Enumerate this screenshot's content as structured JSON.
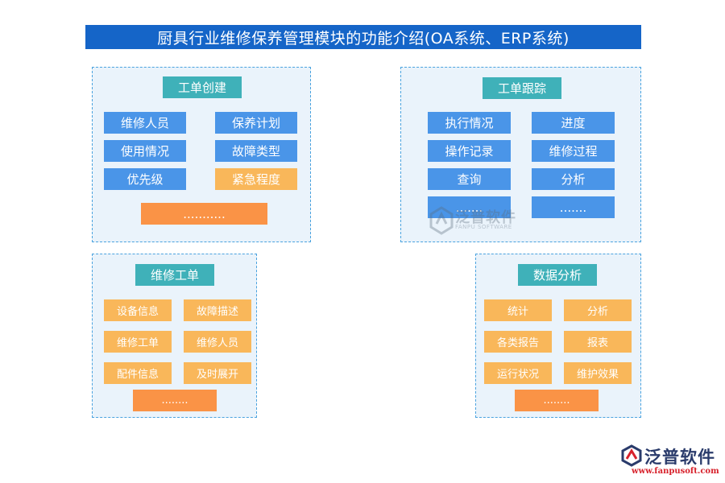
{
  "title": "厨具行业维修保养管理模块的功能介绍(OA系统、ERP系统)",
  "panels": {
    "create": {
      "title": "工单创建",
      "items": [
        "维修人员",
        "保养计划",
        "使用情况",
        "故障类型",
        "优先级",
        "紧急程度"
      ],
      "more": "..........."
    },
    "track": {
      "title": "工单跟踪",
      "items": [
        "执行情况",
        "进度",
        "操作记录",
        "维修过程",
        "查询",
        "分析"
      ],
      "more_left": ".......",
      "more_right": "......."
    },
    "order": {
      "title": "维修工单",
      "items": [
        "设备信息",
        "故障描述",
        "维修工单",
        "维修人员",
        "配件信息",
        "及时展开"
      ],
      "more": "........"
    },
    "data": {
      "title": "数据分析",
      "items": [
        "统计",
        "分析",
        "各类报告",
        "报表",
        "运行状况",
        "维护效果"
      ],
      "more": "........"
    }
  },
  "watermark": {
    "name": "泛普软件",
    "sub": "FANPU SOFTWARE"
  },
  "logo": {
    "name": "泛普软件",
    "url": "www.fanpusoft.com"
  },
  "colors": {
    "title_bg": "#1565c8",
    "panel_bg": "#eaf3fb",
    "panel_border": "#4aa3df",
    "panel_title": "#3fb1b9",
    "blue_box": "#4a95e8",
    "yellow_box": "#f9b75a",
    "orange_box": "#fa9346"
  }
}
